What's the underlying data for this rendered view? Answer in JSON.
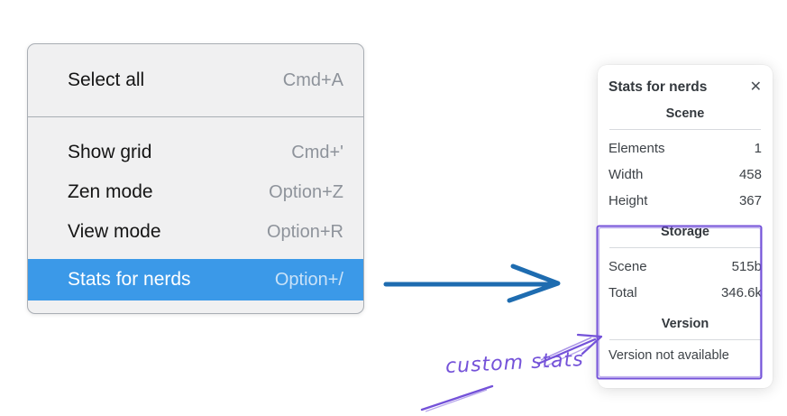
{
  "colors": {
    "accent_blue": "#1e6cb0",
    "accent_purple": "#7452d9",
    "menu_highlight": "#3b99e8",
    "menu_bg": "#f0f0f1",
    "menu_border": "#a9aeb4"
  },
  "context_menu": {
    "groups": [
      {
        "items": [
          {
            "label": "Select all",
            "shortcut": "Cmd+A"
          }
        ]
      },
      {
        "items": [
          {
            "label": "Show grid",
            "shortcut": "Cmd+'"
          },
          {
            "label": "Zen mode",
            "shortcut": "Option+Z"
          },
          {
            "label": "View mode",
            "shortcut": "Option+R"
          },
          {
            "label": "Stats for nerds",
            "shortcut": "Option+/",
            "highlighted": true
          }
        ]
      }
    ]
  },
  "stats_panel": {
    "title": "Stats for nerds",
    "close_icon": "✕",
    "sections": [
      {
        "header": "Scene",
        "rows": [
          {
            "label": "Elements",
            "value": "1"
          },
          {
            "label": "Width",
            "value": "458"
          },
          {
            "label": "Height",
            "value": "367"
          }
        ]
      },
      {
        "header": "Storage",
        "rows": [
          {
            "label": "Scene",
            "value": "515b"
          },
          {
            "label": "Total",
            "value": "346.6k"
          }
        ]
      },
      {
        "header": "Version",
        "note": "Version not available"
      }
    ]
  },
  "annotation": {
    "label": "custom stats"
  }
}
